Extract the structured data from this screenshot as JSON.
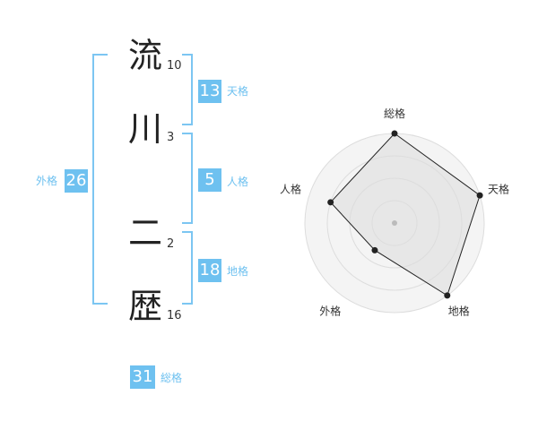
{
  "name": {
    "characters": [
      {
        "char": "流",
        "strokes": "10"
      },
      {
        "char": "川",
        "strokes": "3"
      },
      {
        "char": "二",
        "strokes": "2"
      },
      {
        "char": "歴",
        "strokes": "16"
      }
    ]
  },
  "kakusu": {
    "tenkaku": {
      "value": "13",
      "label": "天格"
    },
    "jinkaku": {
      "value": "5",
      "label": "人格"
    },
    "chikaku": {
      "value": "18",
      "label": "地格"
    },
    "gaikaku": {
      "value": "26",
      "label": "外格"
    },
    "soukaku": {
      "value": "31",
      "label": "総格"
    }
  },
  "radar": {
    "axes": [
      "総格",
      "天格",
      "地格",
      "外格",
      "人格"
    ],
    "levels": 4,
    "values": [
      4,
      4,
      4,
      1.5,
      3
    ],
    "max": 4,
    "fill_color": "#e8e8e8",
    "line_color": "#222222"
  }
}
